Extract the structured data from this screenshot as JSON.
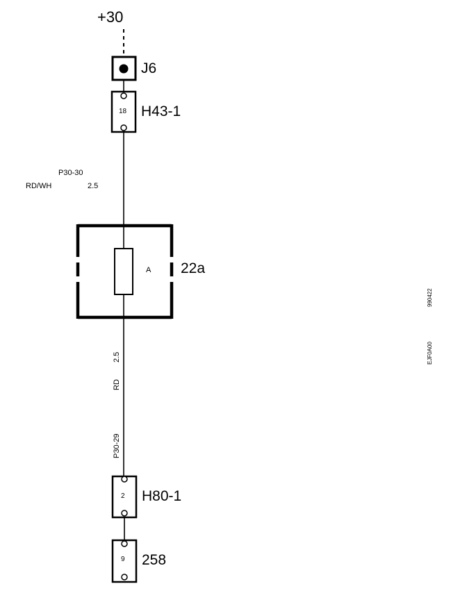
{
  "supply": {
    "label": "+30"
  },
  "connectors": {
    "j6": {
      "label": "J6"
    },
    "h43": {
      "label": "H43-1",
      "pin": "18"
    },
    "h80": {
      "label": "H80-1",
      "pin": "2"
    },
    "c258": {
      "label": "258",
      "pin": "9"
    }
  },
  "wire_upper": {
    "circuit": "P30-30",
    "color": "RD/WH",
    "size": "2.5"
  },
  "wire_lower": {
    "circuit": "P30-29",
    "color": "RD",
    "size": "2.5"
  },
  "fuse": {
    "label": "22a",
    "rating": "A"
  },
  "side_codes": {
    "code1": "990422",
    "code2": "EJF0A00"
  }
}
